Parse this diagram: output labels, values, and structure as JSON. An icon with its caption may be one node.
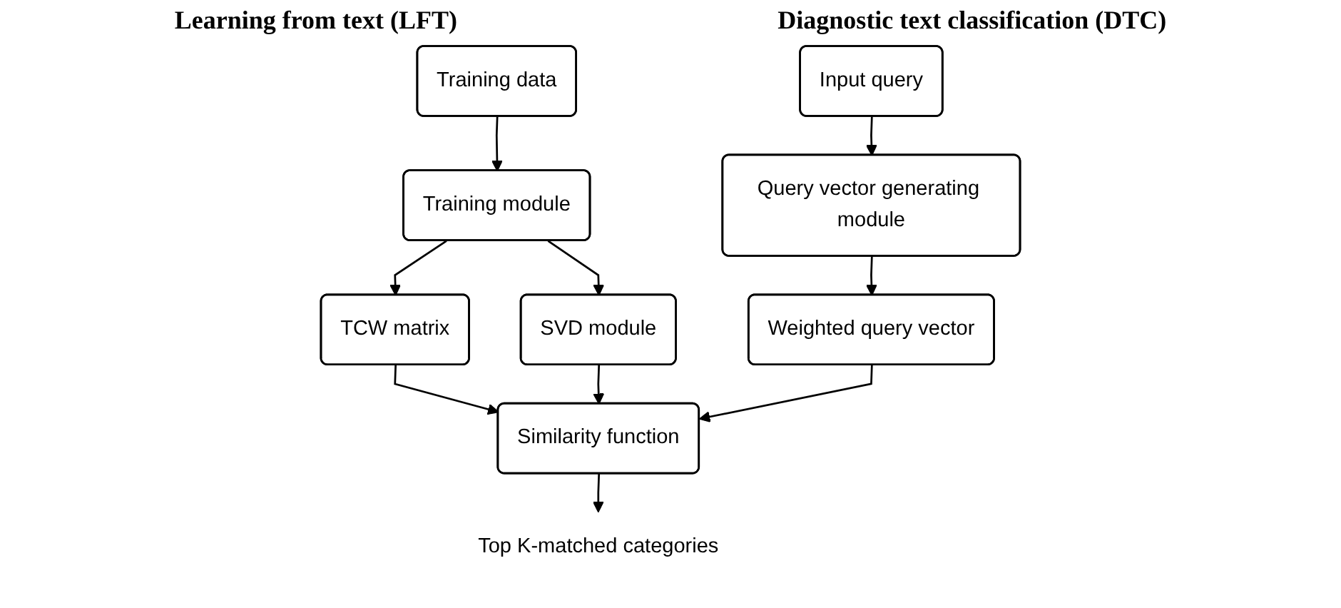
{
  "diagram": {
    "nodes": [
      {
        "text": [
          "Training data"
        ]
      },
      {
        "text": [
          "Training module"
        ]
      },
      {
        "text": [
          "TCW matrix"
        ]
      },
      {
        "text": [
          "SVD module"
        ]
      },
      {
        "text": [
          "Input query"
        ]
      },
      {
        "text": [
          "Query vector generating module"
        ]
      },
      {
        "text": [
          "Weighted query vector"
        ]
      },
      {
        "text": [
          "Similarity function"
        ]
      },
      {
        "text": [
          "Top K-matched categories"
        ]
      }
    ],
    "edges": [
      {
        "from": 0,
        "to": 1,
        "arrow": "to"
      },
      {
        "from": 1,
        "to": 2,
        "arrow": "to"
      },
      {
        "from": 1,
        "to": 3,
        "arrow": "to"
      },
      {
        "from": 2,
        "to": 7,
        "arrow": "to"
      },
      {
        "from": 3,
        "to": 7,
        "arrow": "to"
      },
      {
        "from": 4,
        "to": 5,
        "arrow": "to"
      },
      {
        "from": 5,
        "to": 6,
        "arrow": "to"
      },
      {
        "from": 6,
        "to": 7,
        "arrow": "to"
      },
      {
        "from": 7,
        "to": 8,
        "arrow": "to"
      }
    ],
    "labels": [
      "Learning from text (LFT)",
      "Diagnostic text classification (DTC)"
    ]
  }
}
